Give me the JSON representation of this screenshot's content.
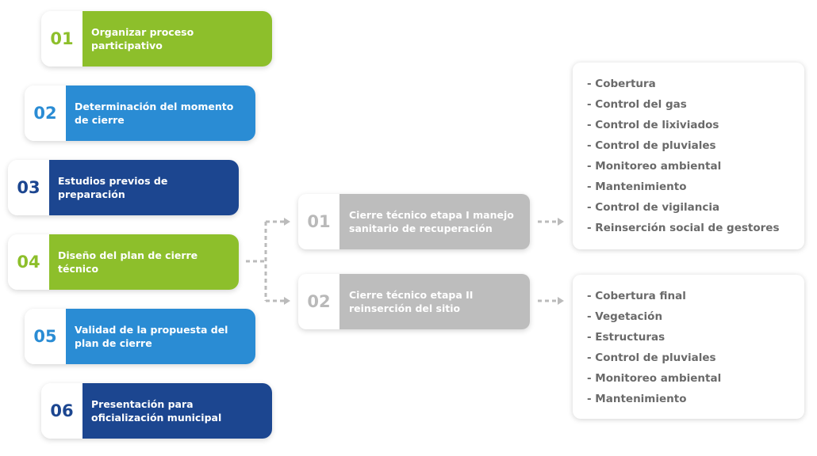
{
  "colors": {
    "green": "#8dbf2b",
    "blue": "#2a8cd4",
    "navy": "#1c4690",
    "gray": "#bdbdbd",
    "connector": "#bbbbbb"
  },
  "steps": [
    {
      "num": "01",
      "label": "Organizar proceso participativo",
      "color": "#8dbf2b"
    },
    {
      "num": "02",
      "label": "Determinación del momento de cierre",
      "color": "#2a8cd4"
    },
    {
      "num": "03",
      "label": "Estudios previos de preparación",
      "color": "#1c4690"
    },
    {
      "num": "04",
      "label": "Diseño del plan de cierre técnico",
      "color": "#8dbf2b"
    },
    {
      "num": "05",
      "label": "Validad de la propuesta del plan de cierre",
      "color": "#2a8cd4"
    },
    {
      "num": "06",
      "label": "Presentación para oficialización municipal",
      "color": "#1c4690"
    }
  ],
  "stages": [
    {
      "num": "01",
      "label": "Cierre técnico etapa I manejo sanitario de recuperación"
    },
    {
      "num": "02",
      "label": "Cierre técnico etapa II reinserción del sitio"
    }
  ],
  "lists": [
    {
      "items": [
        "- Cobertura",
        "- Control del gas",
        "- Control de lixiviados",
        "- Control de pluviales",
        "- Monitoreo ambiental",
        "- Mantenimiento",
        "- Control de vigilancia",
        "- Reinserción social de gestores"
      ]
    },
    {
      "items": [
        "- Cobertura final",
        "- Vegetación",
        "- Estructuras",
        "- Control de pluviales",
        "- Monitoreo ambiental",
        "- Mantenimiento"
      ]
    }
  ]
}
